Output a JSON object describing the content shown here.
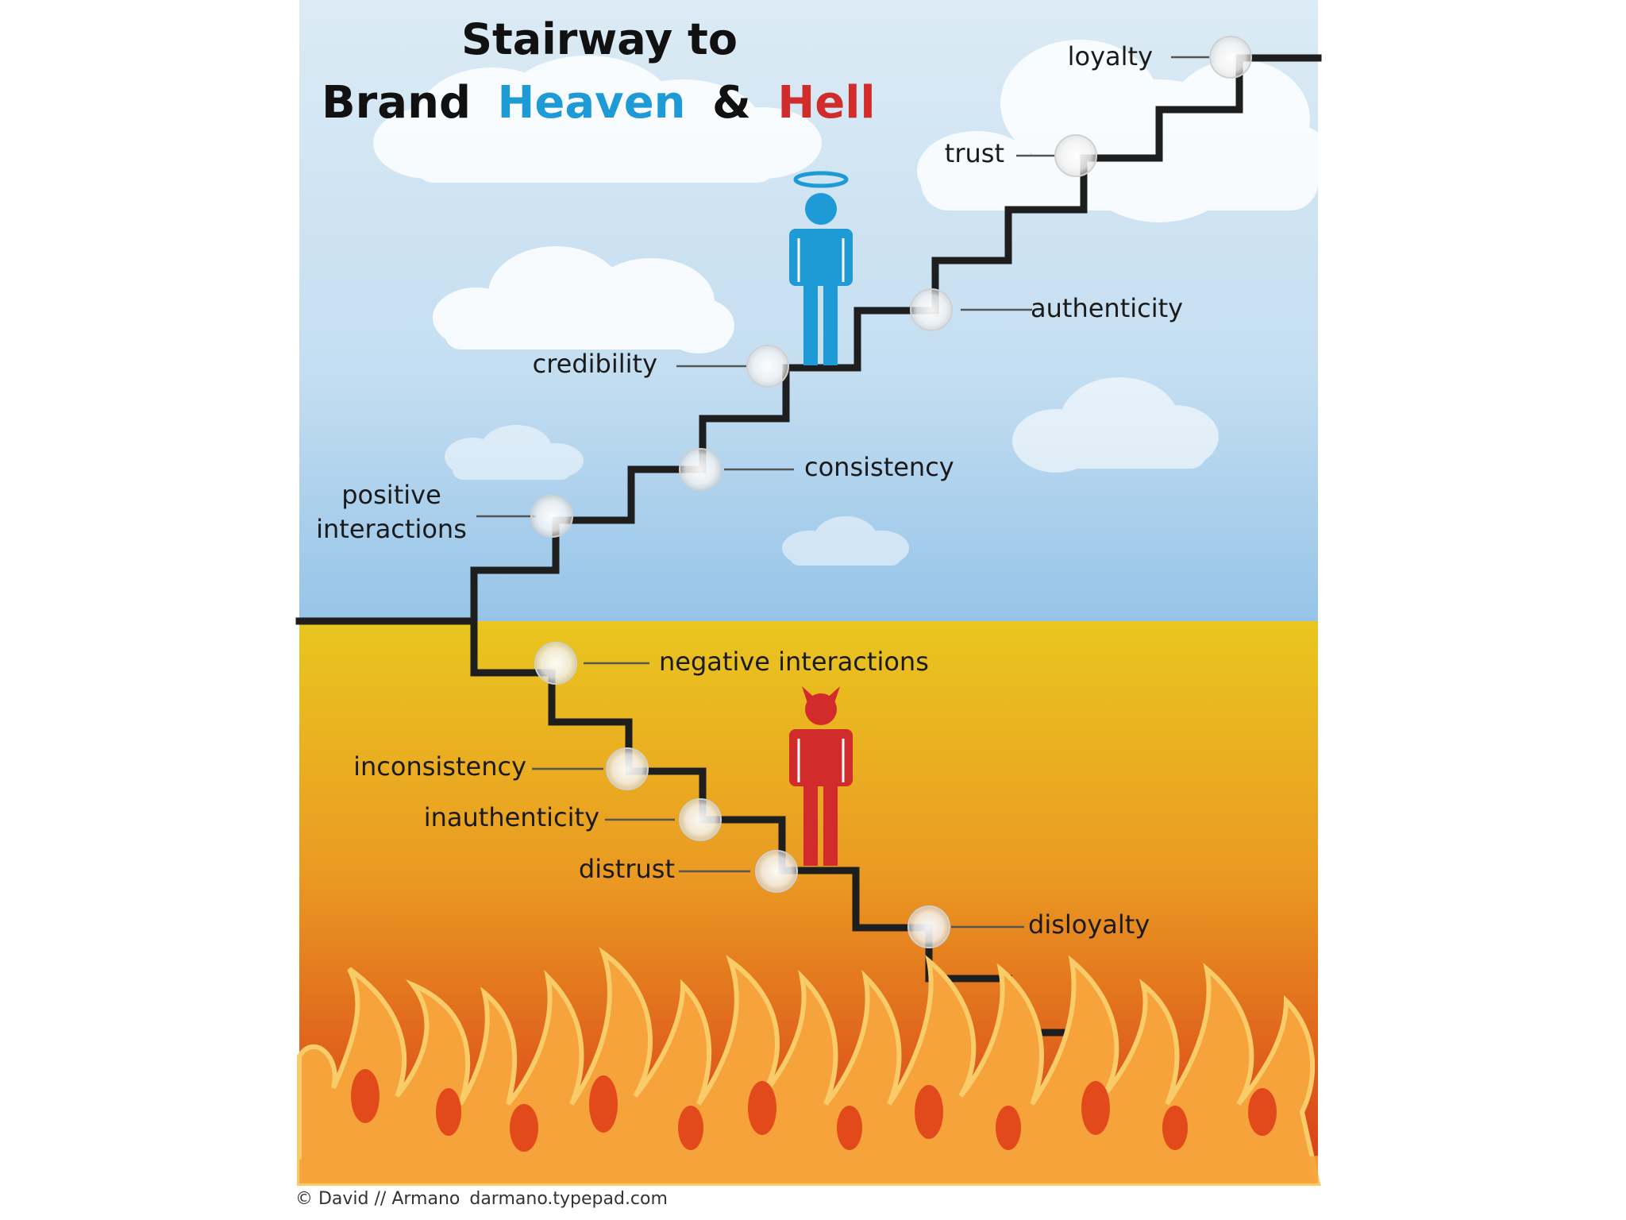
{
  "title": {
    "line1": "Stairway to",
    "line2_brand": "Brand",
    "line2_heaven": "Heaven",
    "line2_amp": "&",
    "line2_hell": "Hell"
  },
  "heaven_steps": [
    "positive interactions",
    "consistency",
    "credibility",
    "authenticity",
    "trust",
    "loyalty"
  ],
  "hell_steps": [
    "negative interactions",
    "inconsistency",
    "inauthenticity",
    "distrust",
    "disloyalty"
  ],
  "labels": {
    "loyalty": "loyalty",
    "trust": "trust",
    "authenticity": "authenticity",
    "credibility": "credibility",
    "consistency": "consistency",
    "positive_line1": "positive",
    "positive_line2": "interactions",
    "negative": "negative interactions",
    "inconsistency": "inconsistency",
    "inauthenticity": "inauthenticity",
    "distrust": "distrust",
    "disloyalty": "disloyalty"
  },
  "figures": {
    "angel": "angel-figure",
    "devil": "devil-figure"
  },
  "credit": {
    "author": "© David // Armano",
    "url": "darmano.typepad.com"
  },
  "colors": {
    "heaven_blue": "#1e9ad6",
    "hell_red": "#d22b2b",
    "stair": "#1e1e1e",
    "sky_top": "#dcebf5",
    "sky_bottom": "#9dc8e8",
    "ground_top": "#e8c41e",
    "ground_bottom": "#e04a1a",
    "flame": "#f6a33c"
  }
}
